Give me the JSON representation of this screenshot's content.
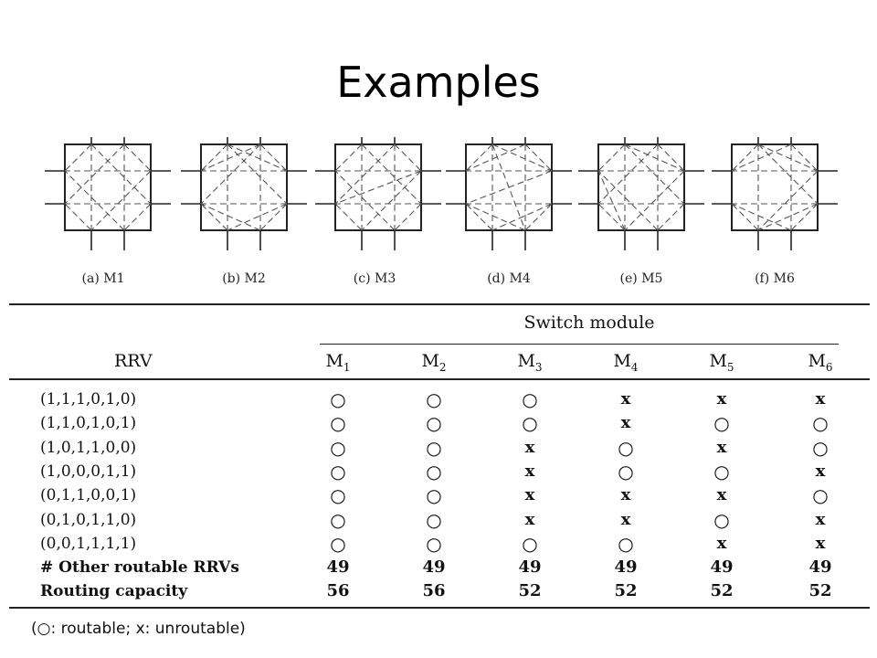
{
  "title": "Examples",
  "figures": [
    {
      "caption": "(a) M1"
    },
    {
      "caption": "(b) M2"
    },
    {
      "caption": "(c) M3"
    },
    {
      "caption": "(d) M4"
    },
    {
      "caption": "(e) M5"
    },
    {
      "caption": "(f) M6"
    }
  ],
  "table": {
    "group_header": "Switch module",
    "row_header": "RRV",
    "columns": [
      {
        "base": "M",
        "sub": "1"
      },
      {
        "base": "M",
        "sub": "2"
      },
      {
        "base": "M",
        "sub": "3"
      },
      {
        "base": "M",
        "sub": "4"
      },
      {
        "base": "M",
        "sub": "5"
      },
      {
        "base": "M",
        "sub": "6"
      }
    ],
    "rows": [
      {
        "label": "(1,1,1,0,1,0)",
        "marks": [
          "○",
          "○",
          "○",
          "x",
          "x",
          "x"
        ]
      },
      {
        "label": "(1,1,0,1,0,1)",
        "marks": [
          "○",
          "○",
          "○",
          "x",
          "○",
          "○"
        ]
      },
      {
        "label": "(1,0,1,1,0,0)",
        "marks": [
          "○",
          "○",
          "x",
          "○",
          "x",
          "○"
        ]
      },
      {
        "label": "(1,0,0,0,1,1)",
        "marks": [
          "○",
          "○",
          "x",
          "○",
          "○",
          "x"
        ]
      },
      {
        "label": "(0,1,1,0,0,1)",
        "marks": [
          "○",
          "○",
          "x",
          "x",
          "x",
          "○"
        ]
      },
      {
        "label": "(0,1,0,1,1,0)",
        "marks": [
          "○",
          "○",
          "x",
          "x",
          "○",
          "x"
        ]
      },
      {
        "label": "(0,0,1,1,1,1)",
        "marks": [
          "○",
          "○",
          "○",
          "○",
          "x",
          "x"
        ]
      }
    ],
    "summary_rows": [
      {
        "label": "# Other routable RRVs",
        "values": [
          "49",
          "49",
          "49",
          "49",
          "49",
          "49"
        ]
      },
      {
        "label": "Routing capacity",
        "values": [
          "56",
          "56",
          "52",
          "52",
          "52",
          "52"
        ]
      }
    ]
  },
  "legend": "(○: routable; x: unroutable)"
}
